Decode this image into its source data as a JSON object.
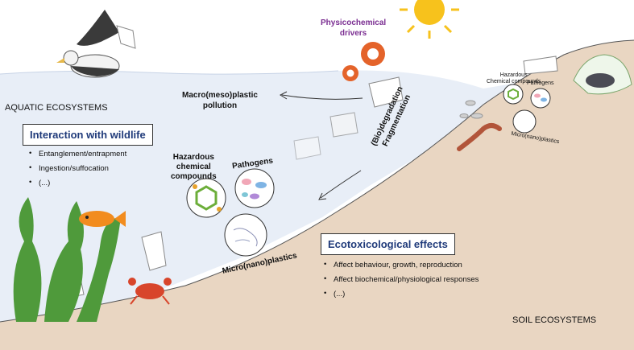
{
  "labels": {
    "drivers": "Physicochemical\ndrivers",
    "macro": "Macro(meso)plastic\npollution",
    "bio": "(Bio)degradation\nFragmentation",
    "aquatic": "AQUATIC ECOSYSTEMS",
    "soil": "SOIL ECOSYSTEMS",
    "hazardous": "Hazardous\nchemical\ncompounds",
    "pathogens": "Pathogens",
    "micro": "Micro(nano)plastics",
    "hazardous_small": "Hazardous\nChemical compounds",
    "pathogens_small": "Pathogens",
    "micro_small": "Micro(nano)plastics"
  },
  "wildlife": {
    "title": "Interaction with wildlife",
    "items": [
      "Entanglement/entrapment",
      "Ingestion/suffocation",
      "(...)"
    ]
  },
  "ecotox": {
    "title": "Ecotoxicological effects",
    "items": [
      "Affect behaviour, growth, reproduction",
      "Affect biochemical/physiological  responses",
      "(...)"
    ]
  },
  "colors": {
    "water": "#e8eef7",
    "soil": "#e9d6c2",
    "sun": "#f7c21c",
    "gear": "#e4632a",
    "drivers_text": "#7a2d91",
    "box_title": "#1f3a7a",
    "seaweed": "#4f9a3b",
    "fish": "#f28c1e",
    "crab": "#d8452b",
    "worm": "#b2553a"
  },
  "icons": [
    "albatross-icon",
    "sun-icon",
    "gear-icon",
    "face-mask-icon",
    "fish-icon",
    "seaweed-icon",
    "crab-icon",
    "earthworm-icon",
    "mole-icon",
    "molecule-icon",
    "bacteria-icon",
    "microplastic-icon",
    "arrow-icon"
  ]
}
